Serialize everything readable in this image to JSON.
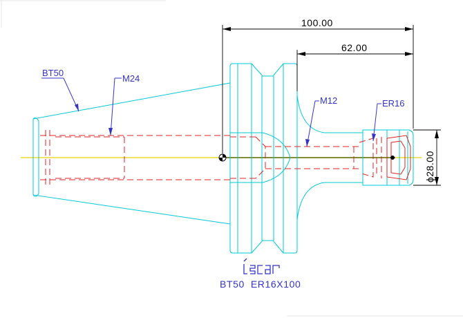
{
  "dimensions": {
    "overall_length": "100.00",
    "inner_length": "62.00",
    "diameter": "ϕ28.00"
  },
  "labels": {
    "taper": "BT50",
    "thread_large": "M24",
    "thread_small": "M12",
    "collet": "ER16"
  },
  "logo": "iscar",
  "caption": "BT50  ER16X100",
  "colors": {
    "outline": "#00c8d8",
    "hidden_lines": "#e02020",
    "labels": "#3333cc",
    "dimensions": "#000000",
    "centerline": "#e6d200"
  }
}
